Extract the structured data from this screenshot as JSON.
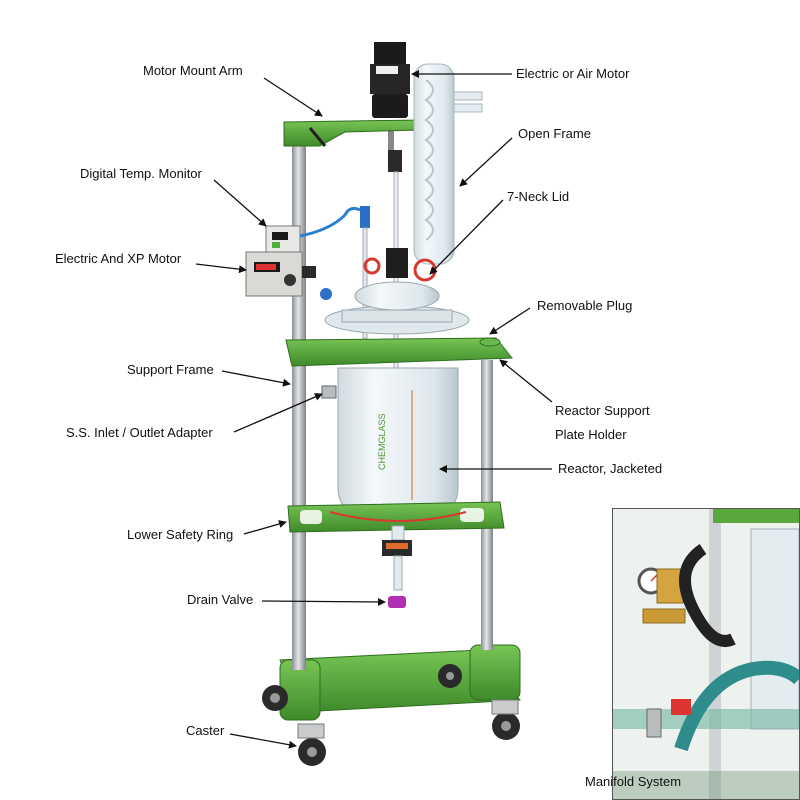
{
  "labels": {
    "motor_mount_arm": "Motor Mount Arm",
    "electric_or_air_motor": "Electric or Air Motor",
    "open_frame": "Open Frame",
    "seven_neck_lid": "7-Neck Lid",
    "digital_temp_monitor": "Digital Temp. Monitor",
    "electric_and_xp_motor": "Electric And XP Motor",
    "removable_plug": "Removable Plug",
    "support_frame": "Support Frame",
    "reactor_support_plate_holder_line1": "Reactor Support",
    "reactor_support_plate_holder_line2": "Plate Holder",
    "ss_inlet_outlet_adapter": "S.S. Inlet / Outlet Adapter",
    "reactor_jacketed": "Reactor, Jacketed",
    "lower_safety_ring": "Lower Safety Ring",
    "drain_valve": "Drain Valve",
    "caster": "Caster",
    "manifold_system": "Manifold System"
  },
  "colors": {
    "frame_green": "#5aa83c",
    "frame_green_dark": "#3f8a2a",
    "steel": "#b9bcbf",
    "steel_dark": "#7d8185",
    "glass": "#e6eef2",
    "motor_black": "#1b1b1b",
    "drain_purple": "#b02fb3"
  }
}
